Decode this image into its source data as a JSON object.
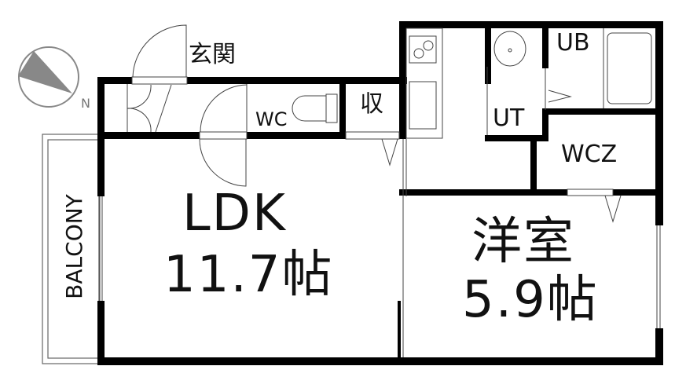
{
  "compass": {
    "label": "N"
  },
  "rooms": {
    "genkan": "玄関",
    "wc": "WC",
    "storage": "収",
    "ldk_name": "LDK",
    "ldk_size": "11.7帖",
    "western_name": "洋室",
    "western_size": "5.9帖",
    "ut": "UT",
    "ub": "UB",
    "wcz": "WCZ",
    "balcony": "BALCONY"
  },
  "colors": {
    "wall": "#000000",
    "line": "#555555",
    "compass_fill": "#888888"
  }
}
